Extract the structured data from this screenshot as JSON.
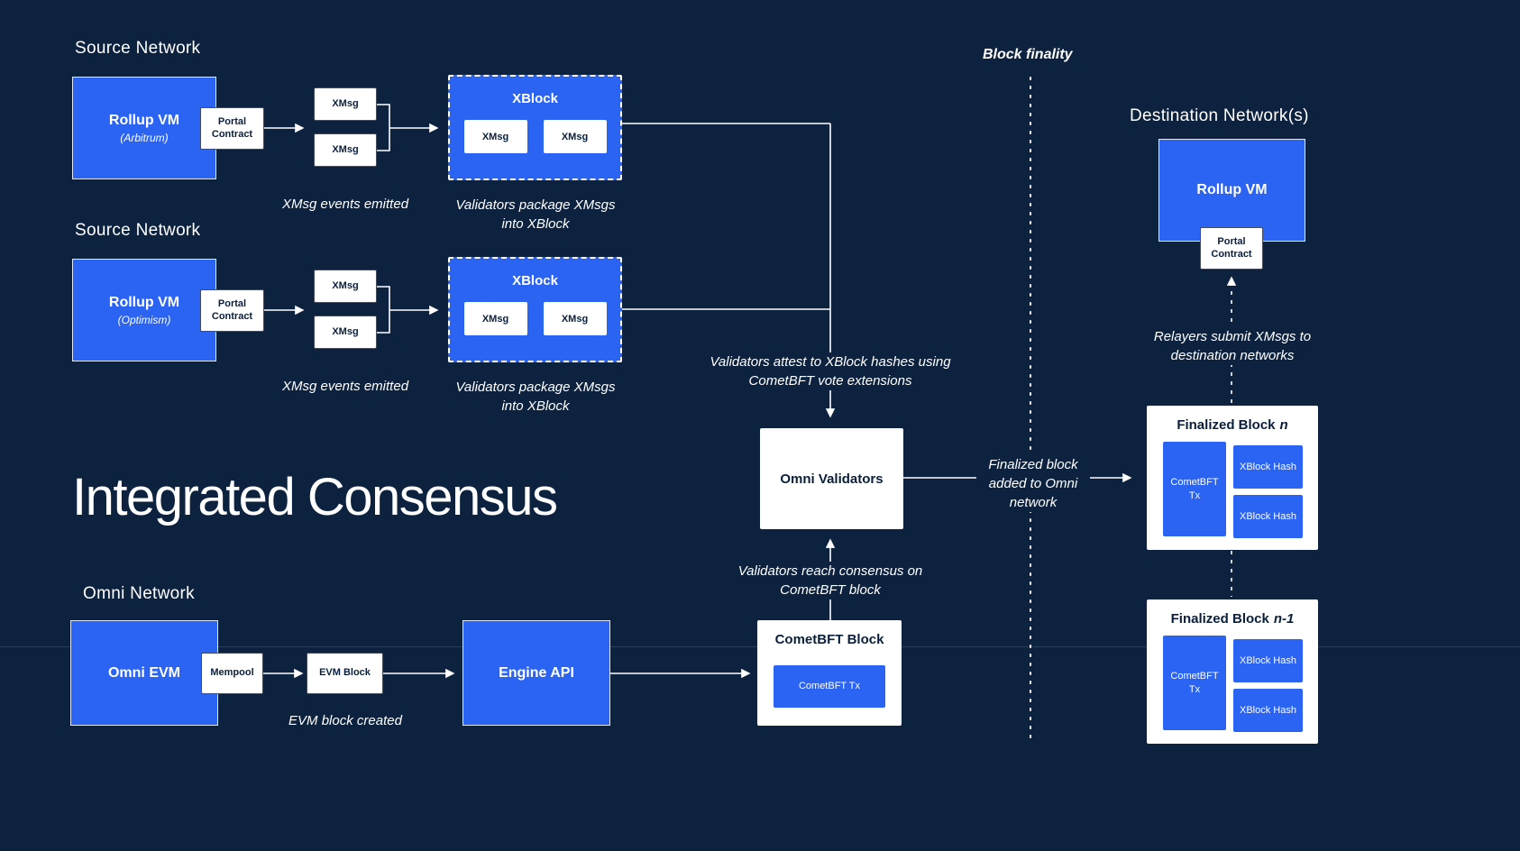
{
  "colors": {
    "background": "#0D223E",
    "box_blue": "#2B63F3",
    "box_white": "#FFFFFF",
    "text_dark": "#0A1F3C",
    "line": "#FFFFFF"
  },
  "main_title": "Integrated Consensus",
  "source_networks": [
    {
      "section_label": "Source Network",
      "rollup_vm_label": "Rollup VM",
      "rollup_vm_sublabel": "(Arbitrum)",
      "portal_contract_label": "Portal Contract",
      "xmsg_labels": [
        "XMsg",
        "XMsg"
      ],
      "xblock": {
        "title": "XBlock",
        "xmsg_labels": [
          "XMsg",
          "XMsg"
        ]
      },
      "caption_events": "XMsg events emitted",
      "caption_package": "Validators package XMsgs into XBlock"
    },
    {
      "section_label": "Source Network",
      "rollup_vm_label": "Rollup VM",
      "rollup_vm_sublabel": "(Optimism)",
      "portal_contract_label": "Portal Contract",
      "xmsg_labels": [
        "XMsg",
        "XMsg"
      ],
      "xblock": {
        "title": "XBlock",
        "xmsg_labels": [
          "XMsg",
          "XMsg"
        ]
      },
      "caption_events": "XMsg events emitted",
      "caption_package": "Validators package XMsgs into XBlock"
    }
  ],
  "omni_network": {
    "section_label": "Omni Network",
    "omni_evm_label": "Omni EVM",
    "mempool_label": "Mempool",
    "evm_block_label": "EVM Block",
    "caption_evm_block": "EVM block created",
    "engine_api_label": "Engine API",
    "cometbft_block": {
      "title": "CometBFT Block",
      "tx_label": "CometBFT Tx"
    }
  },
  "consensus": {
    "omni_validators_label": "Omni Validators",
    "caption_attest": "Validators attest to XBlock hashes using CometBFT vote extensions",
    "caption_consensus": "Validators reach consensus on CometBFT block",
    "caption_finalized": "Finalized block added to Omni network"
  },
  "finality": {
    "label": "Block finality"
  },
  "destination": {
    "section_label": "Destination Network(s)",
    "rollup_vm_label": "Rollup VM",
    "portal_contract_label": "Portal Contract",
    "caption_relayers": "Relayers submit XMsgs to destination networks",
    "finalized_blocks": [
      {
        "title_prefix": "Finalized Block",
        "title_suffix": "n",
        "cometbft_tx_label": "CometBFT Tx",
        "xblock_hash_labels": [
          "XBlock Hash",
          "XBlock Hash"
        ]
      },
      {
        "title_prefix": "Finalized Block",
        "title_suffix": "n-1",
        "cometbft_tx_label": "CometBFT Tx",
        "xblock_hash_labels": [
          "XBlock Hash",
          "XBlock Hash"
        ]
      }
    ]
  }
}
